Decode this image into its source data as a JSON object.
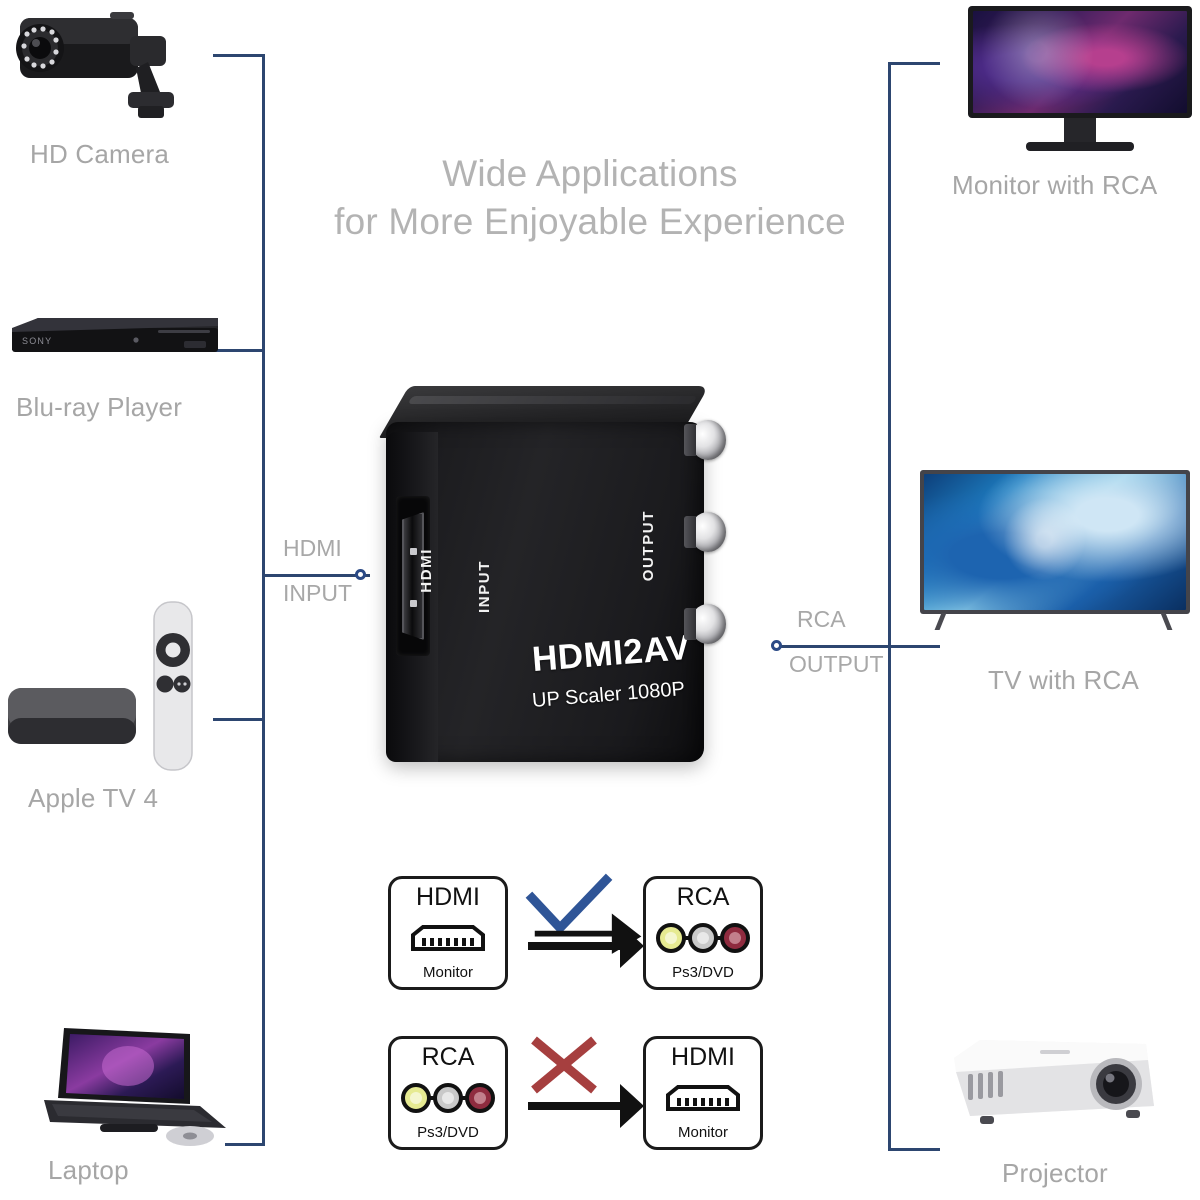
{
  "headline": {
    "line1": "Wide Applications",
    "line2": "for More Enjoyable Experience"
  },
  "colors": {
    "connector_line": "#2d4670",
    "node_stroke": "#2b4a86",
    "caption_text": "#a6a6a6",
    "headline_text": "#b3b3b3",
    "check_mark": "#2f5597",
    "cross_mark": "#a63f3f",
    "rca_yellow": "#e6ea92",
    "rca_white": "#c9c9c9",
    "rca_red": "#8f2b3f",
    "device_body": "#1c1c1f"
  },
  "device": {
    "brand": "HDMI2AV",
    "subtitle": "UP Scaler 1080P",
    "port_hdmi_label": "HDMI",
    "side_input_label": "INPUT",
    "side_output_label": "OUTPUT",
    "rca_jack_count": 3
  },
  "ports": {
    "input": {
      "type": "HDMI",
      "direction": "INPUT"
    },
    "output": {
      "type": "RCA",
      "direction": "OUTPUT"
    }
  },
  "sources": [
    {
      "id": "hd-camera",
      "label": "HD Camera"
    },
    {
      "id": "bluray-player",
      "label": "Blu-ray Player"
    },
    {
      "id": "apple-tv",
      "label": "Apple TV 4"
    },
    {
      "id": "laptop",
      "label": "Laptop"
    }
  ],
  "destinations": [
    {
      "id": "monitor-rca",
      "label": "Monitor with RCA"
    },
    {
      "id": "tv-rca",
      "label": "TV with RCA"
    },
    {
      "id": "projector",
      "label": "Projector"
    }
  ],
  "comparison": [
    {
      "id": "hdmi-to-rca",
      "from": {
        "title": "HDMI",
        "sub": "Monitor",
        "glyph": "hdmi-port-icon"
      },
      "to": {
        "title": "RCA",
        "sub": "Ps3/DVD",
        "glyph": "rca-jacks-icon"
      },
      "verdict": "supported",
      "mark": "check-icon"
    },
    {
      "id": "rca-to-hdmi",
      "from": {
        "title": "RCA",
        "sub": "Ps3/DVD",
        "glyph": "rca-jacks-icon"
      },
      "to": {
        "title": "HDMI",
        "sub": "Monitor",
        "glyph": "hdmi-port-icon"
      },
      "verdict": "not-supported",
      "mark": "cross-icon"
    }
  ]
}
